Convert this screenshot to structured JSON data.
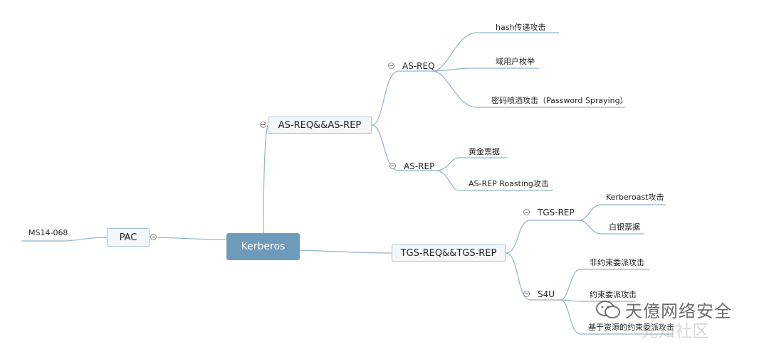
{
  "root": {
    "label": "Kerberos"
  },
  "pac": {
    "label": "PAC",
    "child": "MS14-068"
  },
  "as_branch": {
    "label": "AS-REQ&&AS-REP",
    "as_req": {
      "label": "AS-REQ",
      "children": [
        "hash传递攻击",
        "域用户枚举",
        "密码喷洒攻击（Password Spraying）"
      ]
    },
    "as_rep": {
      "label": "AS-REP",
      "children": [
        "黄金票据",
        "AS-REP Roasting攻击"
      ]
    }
  },
  "tgs_branch": {
    "label": "TGS-REQ&&TGS-REP",
    "tgs_rep": {
      "label": "TGS-REP",
      "children": [
        "Kerberoast攻击",
        "白银票据"
      ]
    },
    "s4u": {
      "label": "S4U",
      "children": [
        "非约束委派攻击",
        "约束委派攻击",
        "基于资源的约束委派攻击"
      ]
    }
  },
  "watermark": {
    "text": "天億网络安全",
    "faint": "先知社区",
    "icon": "wechat-icon"
  },
  "colors": {
    "line": "#8fb3cc",
    "root_fill": "#6f9bbb",
    "box_border": "#a9c4d6",
    "box_fill": "#f3f7fa"
  }
}
